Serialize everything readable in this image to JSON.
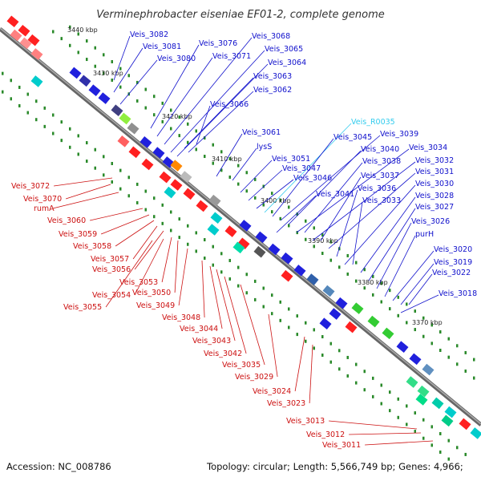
{
  "title": "Verminephrobacter eiseniae EF01-2, complete genome",
  "footer": {
    "accession": "Accession: NC_008786",
    "summary": "Topology: circular; Length: 5,566,749 bp; Genes: 4,966;"
  },
  "colors": {
    "forward_label": "#1010cc",
    "reverse_label": "#cc1010",
    "rna_label": "#33ccee",
    "backbone": "#777777"
  },
  "scale_labels": [
    "3440 kbp",
    "3430 kbp",
    "3420 kbp",
    "3410 kbp",
    "3400 kbp",
    "3390 kbp",
    "3380 kbp",
    "3370 kbp"
  ],
  "top_labels": [
    "Veis_3082",
    "Veis_3081",
    "Veis_3080",
    "Veis_3076",
    "Veis_3071",
    "Veis_3068",
    "Veis_3065",
    "Veis_3064",
    "Veis_3063",
    "Veis_3062",
    "Veis_3066",
    "Veis_3061",
    "lysS",
    "Veis_3051",
    "Veis_3047",
    "Veis_3046",
    "Veis_R0035",
    "Veis_3045",
    "Veis_3039",
    "Veis_3040",
    "Veis_3034",
    "Veis_3038",
    "Veis_3032",
    "Veis_3037",
    "Veis_3031",
    "Veis_3041",
    "Veis_3036",
    "Veis_3030",
    "Veis_3033",
    "Veis_3028",
    "Veis_3027",
    "Veis_3026",
    "purH",
    "Veis_3020",
    "Veis_3019",
    "Veis_3022",
    "Veis_3018"
  ],
  "bottom_labels": [
    "Veis_3072",
    "Veis_3070",
    "rumA",
    "Veis_3060",
    "Veis_3059",
    "Veis_3058",
    "Veis_3057",
    "Veis_3056",
    "Veis_3053",
    "Veis_3054",
    "Veis_3050",
    "Veis_3055",
    "Veis_3049",
    "Veis_3048",
    "Veis_3044",
    "Veis_3043",
    "Veis_3042",
    "Veis_3035",
    "Veis_3029",
    "Veis_3024",
    "Veis_3023",
    "Veis_3013",
    "Veis_3012",
    "Veis_3011"
  ]
}
